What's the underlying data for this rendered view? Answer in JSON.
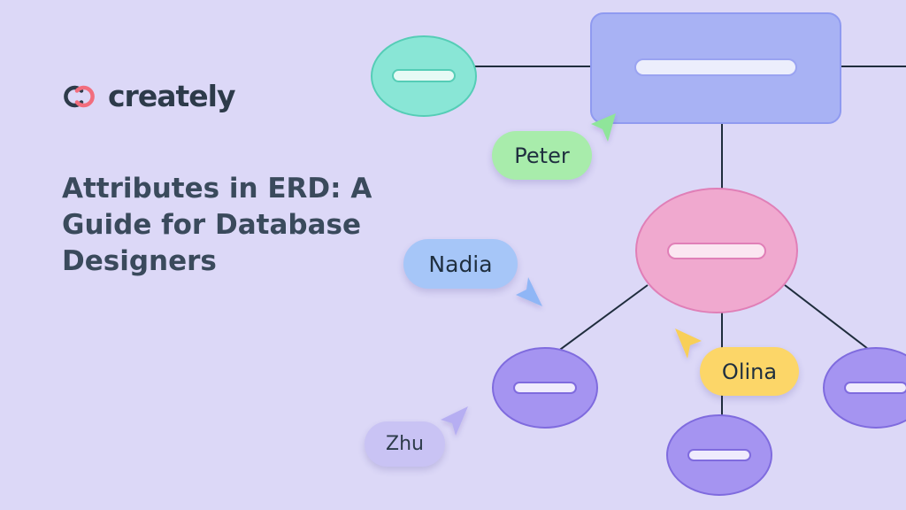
{
  "brand": {
    "name": "creately",
    "logo_colors": {
      "left_ring": "#2d3b4a",
      "right_ring": "#f26d7d"
    }
  },
  "headline": {
    "lines": [
      "Attributes in ERD: A",
      "Guide for Database",
      "Designers"
    ]
  },
  "diagram": {
    "nodes": [
      {
        "id": "entity",
        "shape": "rectangle",
        "fill": "#a8b2f4"
      },
      {
        "id": "attr-top-left",
        "shape": "ellipse",
        "fill": "#89e6d6"
      },
      {
        "id": "attr-center",
        "shape": "ellipse",
        "fill": "#f0a9cf"
      },
      {
        "id": "attr-bottom-left",
        "shape": "ellipse",
        "fill": "#a594f1"
      },
      {
        "id": "attr-bottom-middle",
        "shape": "ellipse",
        "fill": "#a594f1"
      },
      {
        "id": "attr-bottom-right",
        "shape": "ellipse",
        "fill": "#a594f1"
      }
    ],
    "connector_color": "#1f2d3d"
  },
  "collaborators": [
    {
      "name": "Peter",
      "color": "#a8ecab",
      "cursor": "#8fe59a"
    },
    {
      "name": "Nadia",
      "color": "#a6c6f8",
      "cursor": "#8fb6f6"
    },
    {
      "name": "Olina",
      "color": "#fcd668",
      "cursor": "#f8cf58"
    },
    {
      "name": "Zhu",
      "color": "#c9c3f4",
      "cursor": "#b6aef2"
    }
  ]
}
